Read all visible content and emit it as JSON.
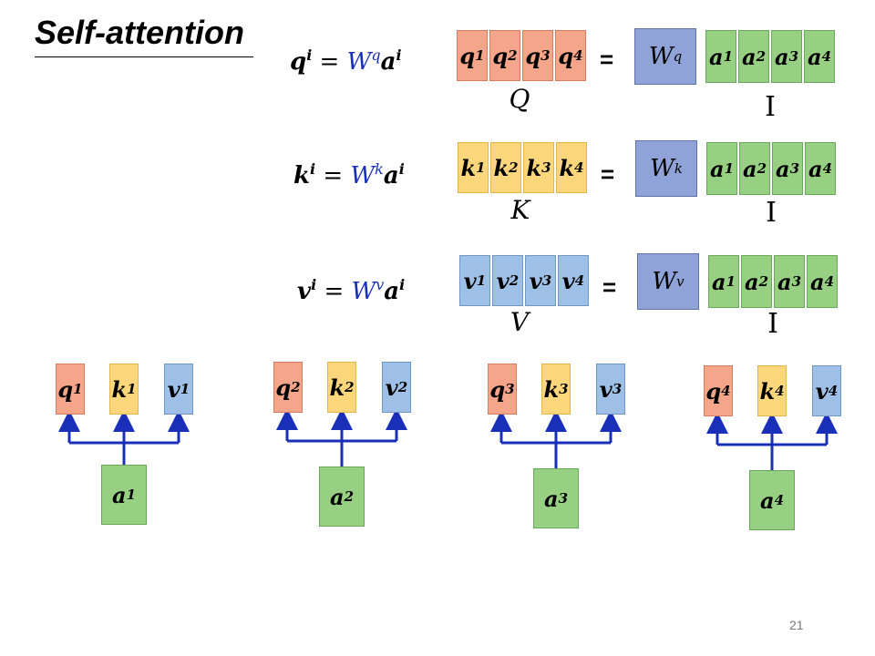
{
  "title": "Self-attention",
  "page_number": "21",
  "colors": {
    "query": "#f4a58a",
    "key": "#fcd67a",
    "value": "#9ec0e6",
    "input": "#97cf83",
    "weight": "#8fa3d8",
    "arrow": "#1a2fb8"
  },
  "equations": [
    {
      "lhs_var": "q",
      "lhs_sup": "i",
      "weight": "W",
      "weight_sup": "q",
      "input_var": "a",
      "input_sup": "i",
      "cells": [
        "q",
        "q",
        "q",
        "q"
      ],
      "cell_sups": [
        "1",
        "2",
        "3",
        "4"
      ],
      "matrix_label": "Q",
      "input_label": "I"
    },
    {
      "lhs_var": "k",
      "lhs_sup": "i",
      "weight": "W",
      "weight_sup": "k",
      "input_var": "a",
      "input_sup": "i",
      "cells": [
        "k",
        "k",
        "k",
        "k"
      ],
      "cell_sups": [
        "1",
        "2",
        "3",
        "4"
      ],
      "matrix_label": "K",
      "input_label": "I"
    },
    {
      "lhs_var": "v",
      "lhs_sup": "i",
      "weight": "W",
      "weight_sup": "v",
      "input_var": "a",
      "input_sup": "i",
      "cells": [
        "v",
        "v",
        "v",
        "v"
      ],
      "cell_sups": [
        "1",
        "2",
        "3",
        "4"
      ],
      "matrix_label": "V",
      "input_label": "I"
    }
  ],
  "equals": "=",
  "input_cells": [
    "a",
    "a",
    "a",
    "a"
  ],
  "input_sups": [
    "1",
    "2",
    "3",
    "4"
  ],
  "groups": [
    {
      "q": "q",
      "k": "k",
      "v": "v",
      "a": "a",
      "sup": "1"
    },
    {
      "q": "q",
      "k": "k",
      "v": "v",
      "a": "a",
      "sup": "2"
    },
    {
      "q": "q",
      "k": "k",
      "v": "v",
      "a": "a",
      "sup": "3"
    },
    {
      "q": "q",
      "k": "k",
      "v": "v",
      "a": "a",
      "sup": "4"
    }
  ]
}
